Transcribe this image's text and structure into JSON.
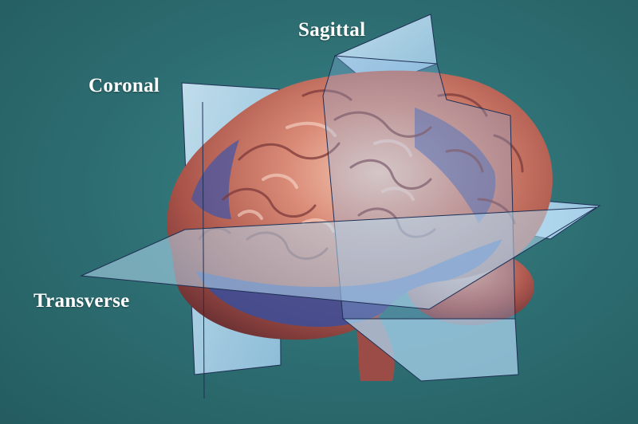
{
  "labels": {
    "sagittal": "Sagittal",
    "coronal": "Coronal",
    "transverse": "Transverse"
  },
  "colors": {
    "background": "#2f7377",
    "plane_fill": "#a9d3ee",
    "brain_tissue": "#c86f5f",
    "brain_highlight": "#f3c0ac",
    "brain_shadow_blue": "#3d4f9c",
    "label_text": "#ffffff"
  }
}
